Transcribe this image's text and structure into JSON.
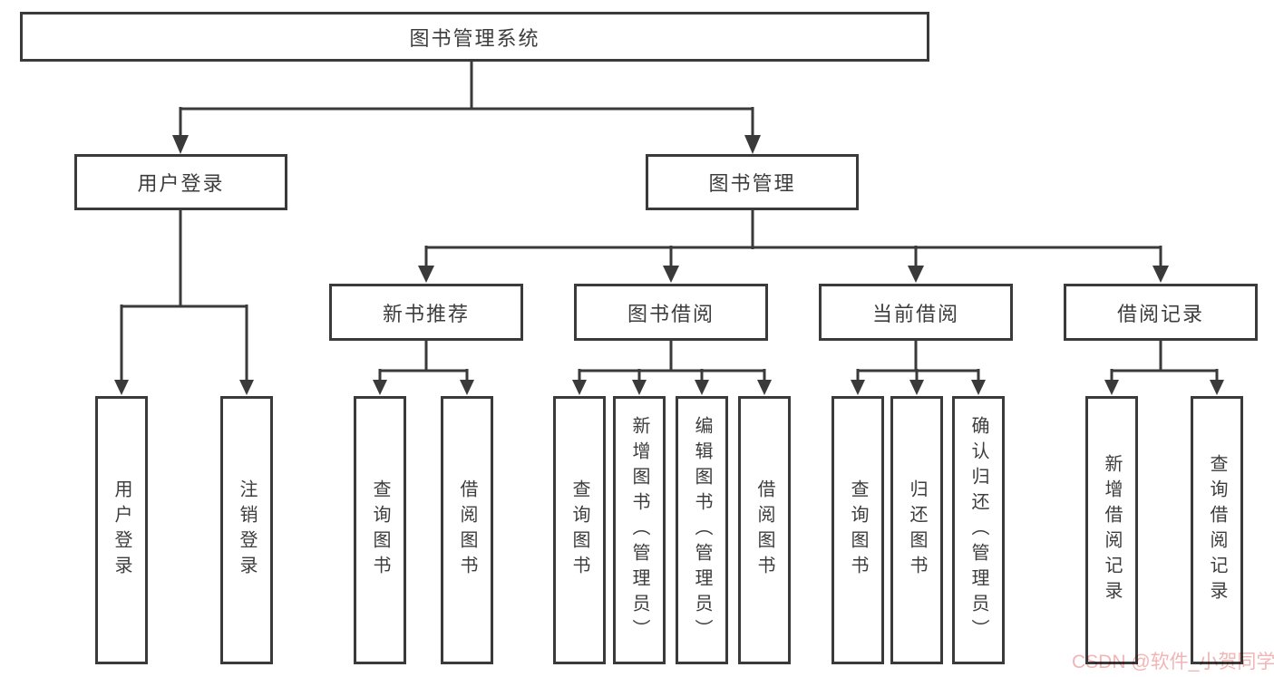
{
  "diagram": {
    "root": {
      "label": "图书管理系统"
    },
    "branches": [
      {
        "label": "用户登录",
        "children": [
          {
            "label": "用户登录"
          },
          {
            "label": "注销登录"
          }
        ]
      },
      {
        "label": "图书管理",
        "children": [
          {
            "label": "新书推荐",
            "children": [
              {
                "label": "查询图书"
              },
              {
                "label": "借阅图书"
              }
            ]
          },
          {
            "label": "图书借阅",
            "children": [
              {
                "label": "查询图书"
              },
              {
                "label": "新增图书（管理员）"
              },
              {
                "label": "编辑图书（管理员）"
              },
              {
                "label": "借阅图书"
              }
            ]
          },
          {
            "label": "当前借阅",
            "children": [
              {
                "label": "查询图书"
              },
              {
                "label": "归还图书"
              },
              {
                "label": "确认归还（管理员）"
              }
            ]
          },
          {
            "label": "借阅记录",
            "children": [
              {
                "label": "新增借阅记录"
              },
              {
                "label": "查询借阅记录"
              }
            ]
          }
        ]
      }
    ],
    "colors": {
      "line": "#3a3a3a",
      "text": "#3d3d3d",
      "background": "#ffffff"
    }
  },
  "watermark": {
    "text": "CSDN @软件_小贺同学",
    "color": "#f2b5b5"
  }
}
